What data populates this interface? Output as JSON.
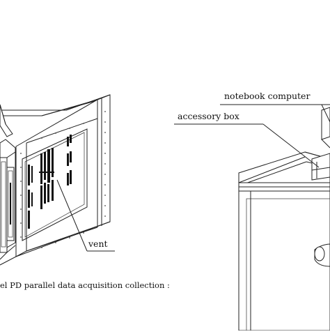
{
  "labels": {
    "notebook_computer": "notebook  computer",
    "accessory_box": "accessory box",
    "vent": "vent"
  },
  "caption": "el PD parallel data acquisition collection :"
}
